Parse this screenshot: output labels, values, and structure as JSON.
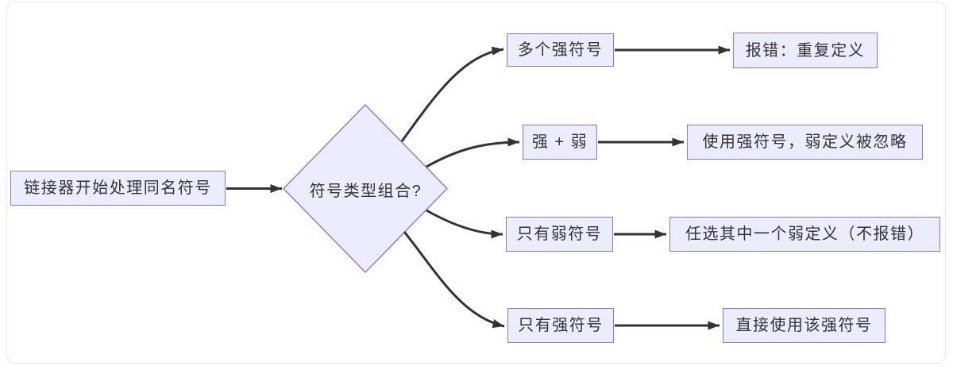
{
  "diagram": {
    "type": "flowchart",
    "direction": "left-to-right",
    "colors": {
      "node_fill": "#ECECFF",
      "node_border": "#9370DB",
      "edge_color": "#333333",
      "text_color": "#333333",
      "frame_border": "#E7E7EA",
      "background": "#FFFFFF"
    },
    "nodes": {
      "start": {
        "shape": "rectangle",
        "label": "链接器开始处理同名符号"
      },
      "decision": {
        "shape": "diamond",
        "label": "符号类型组合?"
      },
      "case_multi_strong": {
        "shape": "rectangle",
        "label": "多个强符号"
      },
      "case_strong_weak": {
        "shape": "rectangle",
        "label": "强 + 弱"
      },
      "case_only_weak": {
        "shape": "rectangle",
        "label": "只有弱符号"
      },
      "case_only_strong": {
        "shape": "rectangle",
        "label": "只有强符号"
      },
      "result_duplicate": {
        "shape": "rectangle",
        "label": "报错：重复定义"
      },
      "result_use_strong": {
        "shape": "rectangle",
        "label": "使用强符号，弱定义被忽略"
      },
      "result_pick_weak": {
        "shape": "rectangle",
        "label": "任选其中一个弱定义（不报错）"
      },
      "result_direct": {
        "shape": "rectangle",
        "label": "直接使用该强符号"
      }
    },
    "edges": [
      {
        "from": "start",
        "to": "decision",
        "label": ""
      },
      {
        "from": "decision",
        "to": "case_multi_strong",
        "label": ""
      },
      {
        "from": "decision",
        "to": "case_strong_weak",
        "label": ""
      },
      {
        "from": "decision",
        "to": "case_only_weak",
        "label": ""
      },
      {
        "from": "decision",
        "to": "case_only_strong",
        "label": ""
      },
      {
        "from": "case_multi_strong",
        "to": "result_duplicate",
        "label": ""
      },
      {
        "from": "case_strong_weak",
        "to": "result_use_strong",
        "label": ""
      },
      {
        "from": "case_only_weak",
        "to": "result_pick_weak",
        "label": ""
      },
      {
        "from": "case_only_strong",
        "to": "result_direct",
        "label": ""
      }
    ]
  }
}
